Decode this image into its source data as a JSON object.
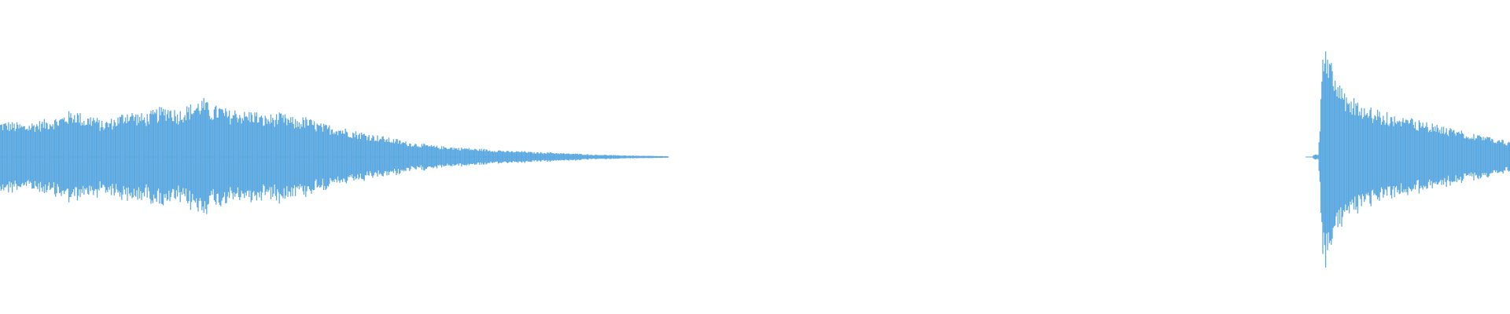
{
  "waveform": {
    "color": "#5da9e1",
    "background": "#ffffff",
    "segments": [
      {
        "name": "first-sound",
        "description_visible": false,
        "envelope": [
          0.3,
          0.3,
          0.29,
          0.28,
          0.3,
          0.31,
          0.33,
          0.34,
          0.38,
          0.4,
          0.34,
          0.36,
          0.3,
          0.32,
          0.35,
          0.4,
          0.38,
          0.36,
          0.39,
          0.42,
          0.44,
          0.39,
          0.43,
          0.46,
          0.5,
          0.42,
          0.44,
          0.39,
          0.41,
          0.38,
          0.4,
          0.35,
          0.36,
          0.37,
          0.35,
          0.32,
          0.34,
          0.31,
          0.28,
          0.27,
          0.26,
          0.24,
          0.22,
          0.21,
          0.19,
          0.18,
          0.16,
          0.15,
          0.13,
          0.12,
          0.11,
          0.1,
          0.09,
          0.09,
          0.08,
          0.08,
          0.07,
          0.07,
          0.06,
          0.06,
          0.05,
          0.05,
          0.05,
          0.04,
          0.04,
          0.04,
          0.035,
          0.03,
          0.03,
          0.025,
          0.02,
          0.02,
          0.018,
          0.015,
          0.013,
          0.012,
          0.01,
          0.01,
          0.008,
          0.006
        ]
      },
      {
        "name": "second-sound",
        "description_visible": false,
        "envelope": [
          0.02,
          0.02,
          0.95,
          0.9,
          0.72,
          0.62,
          0.56,
          0.52,
          0.49,
          0.46,
          0.44,
          0.42,
          0.4,
          0.39,
          0.38,
          0.37,
          0.36,
          0.35,
          0.34,
          0.33,
          0.32,
          0.31,
          0.3,
          0.29,
          0.28,
          0.27,
          0.26,
          0.25,
          0.24,
          0.23,
          0.22,
          0.21,
          0.2,
          0.19,
          0.18,
          0.17,
          0.16,
          0.15,
          0.14,
          0.13
        ]
      }
    ]
  }
}
